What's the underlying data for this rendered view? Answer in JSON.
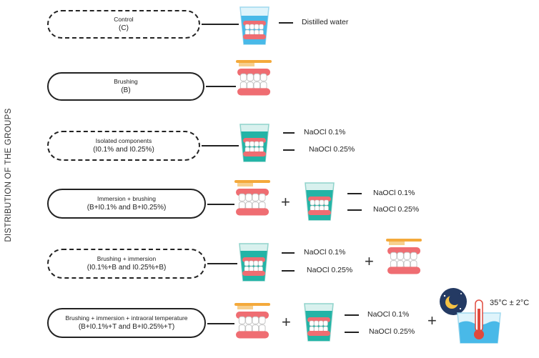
{
  "side_label": "DISTRIBUTION OF THE GROUPS",
  "groups": [
    {
      "line1": "Control",
      "line2": "(C)",
      "solutions": [
        "Distilled water"
      ]
    },
    {
      "line1": "Brushing",
      "line2": "(B)",
      "solutions": []
    },
    {
      "line1": "Isolated components",
      "line2": "(I0.1% and I0.25%)",
      "solutions": [
        "NaOCl 0.1%",
        "NaOCl 0.25%"
      ]
    },
    {
      "line1": "Immersion + brushing",
      "line2": "(B+I0.1% and B+I0.25%)",
      "solutions": [
        "NaOCl 0.1%",
        "NaOCl 0.25%"
      ]
    },
    {
      "line1": "Brushing + immersion",
      "line2": "(I0.1%+B and I0.25%+B)",
      "solutions": [
        "NaOCl 0.1%",
        "NaOCl 0.25%"
      ]
    },
    {
      "line1": "Brushing + immersion + intraoral temperature",
      "line2": "(B+I0.1%+T and B+I0.25%+T)",
      "solutions": [
        "NaOCl 0.1%",
        "NaOCl 0.25%"
      ]
    }
  ],
  "plus_sign": "+",
  "temperature_label": "35°C ± 2°C",
  "colors": {
    "water_blue": "#49b9e8",
    "naocl_teal": "#23b4a6",
    "gum_pink": "#ef6d72",
    "tooth_gray": "#cfcfcf",
    "brush_orange": "#f4a93b",
    "night_navy": "#243a63",
    "moon_yellow": "#f6c244",
    "thermo_red": "#e04a3e"
  },
  "icons": [
    "dentures-in-water-glass-icon",
    "toothbrush-over-dentures-icon",
    "dentures-in-solution-glass-icon",
    "moon-icon",
    "thermometer-icon",
    "water-bath-icon"
  ]
}
